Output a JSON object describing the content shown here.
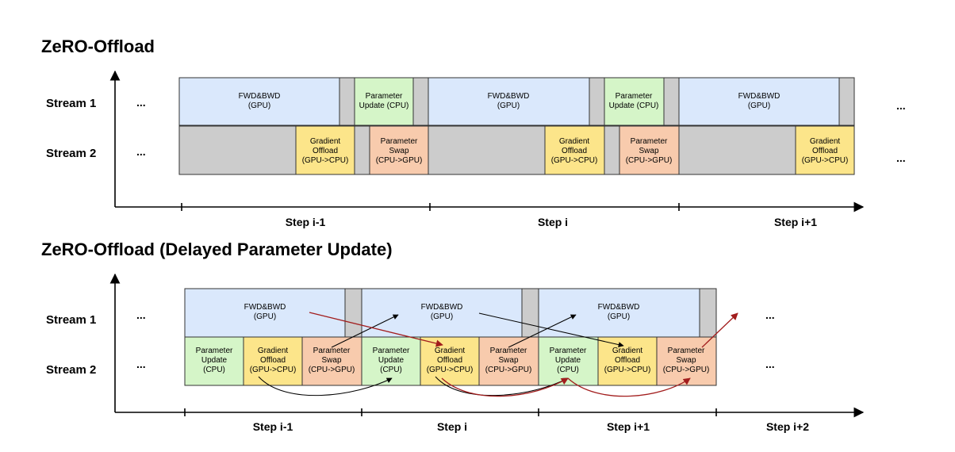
{
  "colors": {
    "gpu": "#dae8fc",
    "idle": "#cccccc",
    "param_update": "#d5f5c8",
    "gradient_offload": "#fce58a",
    "param_swap": "#f8cbad",
    "arrow_black": "#000000",
    "arrow_red": "#a21d1d"
  },
  "top": {
    "title": "ZeRO-Offload",
    "lanes": [
      "Stream 1",
      "Stream 2"
    ],
    "ellipsis": "...",
    "steps": [
      "Step i-1",
      "Step i",
      "Step i+1"
    ],
    "labels": {
      "fwd": [
        "FWD&BWD",
        "(GPU)"
      ],
      "pu": [
        "Parameter",
        "Update (CPU)"
      ],
      "go": [
        "Gradient",
        "Offload",
        "(GPU->CPU)"
      ],
      "ps": [
        "Parameter",
        "Swap",
        "(CPU->GPU)"
      ]
    }
  },
  "bottom": {
    "title": "ZeRO-Offload (Delayed Parameter Update)",
    "lanes": [
      "Stream 1",
      "Stream 2"
    ],
    "ellipsis": "...",
    "steps": [
      "Step i-1",
      "Step i",
      "Step i+1",
      "Step i+2"
    ],
    "labels": {
      "fwd": [
        "FWD&BWD",
        "(GPU)"
      ],
      "pu": [
        "Parameter",
        "Update",
        "(CPU)"
      ],
      "go": [
        "Gradient",
        "Offload",
        "(GPU->CPU)"
      ],
      "ps": [
        "Parameter",
        "Swap",
        "(CPU->GPU)"
      ]
    }
  }
}
